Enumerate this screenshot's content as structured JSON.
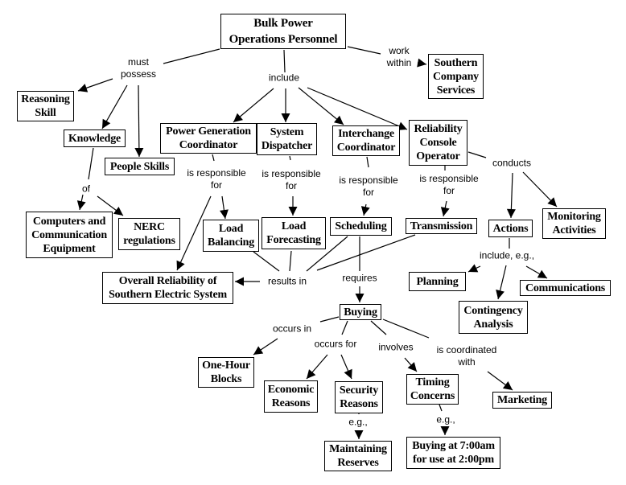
{
  "title": "Bulk Power Operations Personnel concept map",
  "nodes": {
    "bulk": "Bulk Power\nOperations Personnel",
    "southern_company": "Southern\nCompany\nServices",
    "reasoning": "Reasoning\nSkill",
    "knowledge": "Knowledge",
    "people_skills": "People Skills",
    "pgc": "Power Generation\nCoordinator",
    "dispatcher": "System\nDispatcher",
    "interchange": "Interchange\nCoordinator",
    "rco": "Reliability\nConsole\nOperator",
    "computers": "Computers and\nCommunication\nEquipment",
    "nerc": "NERC\nregulations",
    "load_balancing": "Load\nBalancing",
    "load_forecasting": "Load\nForecasting",
    "scheduling": "Scheduling",
    "transmission": "Transmission",
    "actions": "Actions",
    "monitoring": "Monitoring\nActivities",
    "overall": "Overall Reliability of\nSouthern Electric System",
    "planning": "Planning",
    "communications": "Communications",
    "contingency": "Contingency\nAnalysis",
    "buying": "Buying",
    "one_hour": "One-Hour\nBlocks",
    "economic": "Economic\nReasons",
    "security": "Security\nReasons",
    "timing": "Timing\nConcerns",
    "marketing": "Marketing",
    "reserves": "Maintaining\nReserves",
    "buying_example": "Buying at 7:00am\nfor use at 2:00pm"
  },
  "links": {
    "must_possess": "must\npossess",
    "include": "include",
    "work_within": "work\nwithin",
    "of": "of",
    "pgc_resp": "is responsible\nfor",
    "sd_resp": "is responsible\nfor",
    "ic_resp": "is responsible\nfor",
    "rco_resp": "is responsible\nfor",
    "conducts": "conducts",
    "results_in": "results in",
    "requires": "requires",
    "include_eg": "include, e.g.,",
    "occurs_in": "occurs in",
    "occurs_for": "occurs for",
    "involves": "involves",
    "coordinated_with": "is coordinated\nwith",
    "security_eg": "e.g.,",
    "timing_eg": "e.g.,"
  }
}
